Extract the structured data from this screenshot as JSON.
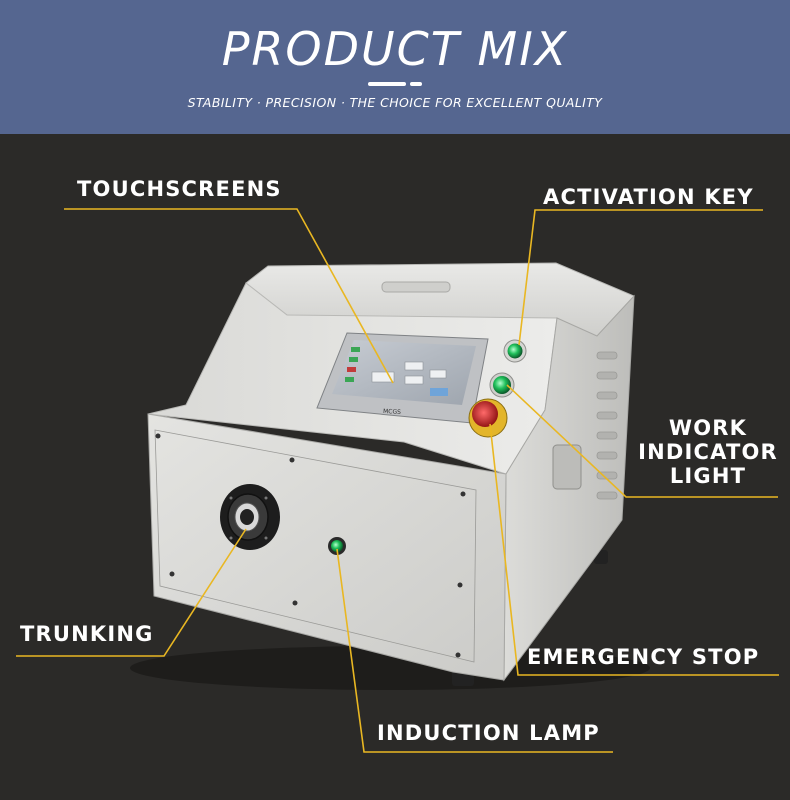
{
  "header": {
    "title": "PRODUCT MIX",
    "subtitle": "STABILITY · PRECISION · THE CHOICE FOR EXCELLENT QUALITY"
  },
  "product_image": {
    "screen_brand": "MCGS"
  },
  "callouts": {
    "touchscreens": "TOUCHSCREENS",
    "activation_key": "ACTIVATION KEY",
    "work_indicator_light": [
      "WORK",
      "INDICATOR",
      "LIGHT"
    ],
    "trunking": "TRUNKING",
    "emergency_stop": "EMERGENCY STOP",
    "induction_lamp": "INDUCTION LAMP"
  },
  "colors": {
    "header_bg": "#556690",
    "page_bg": "#2b2a28",
    "leader_line": "#e9b722",
    "label_text": "#ffffff"
  }
}
